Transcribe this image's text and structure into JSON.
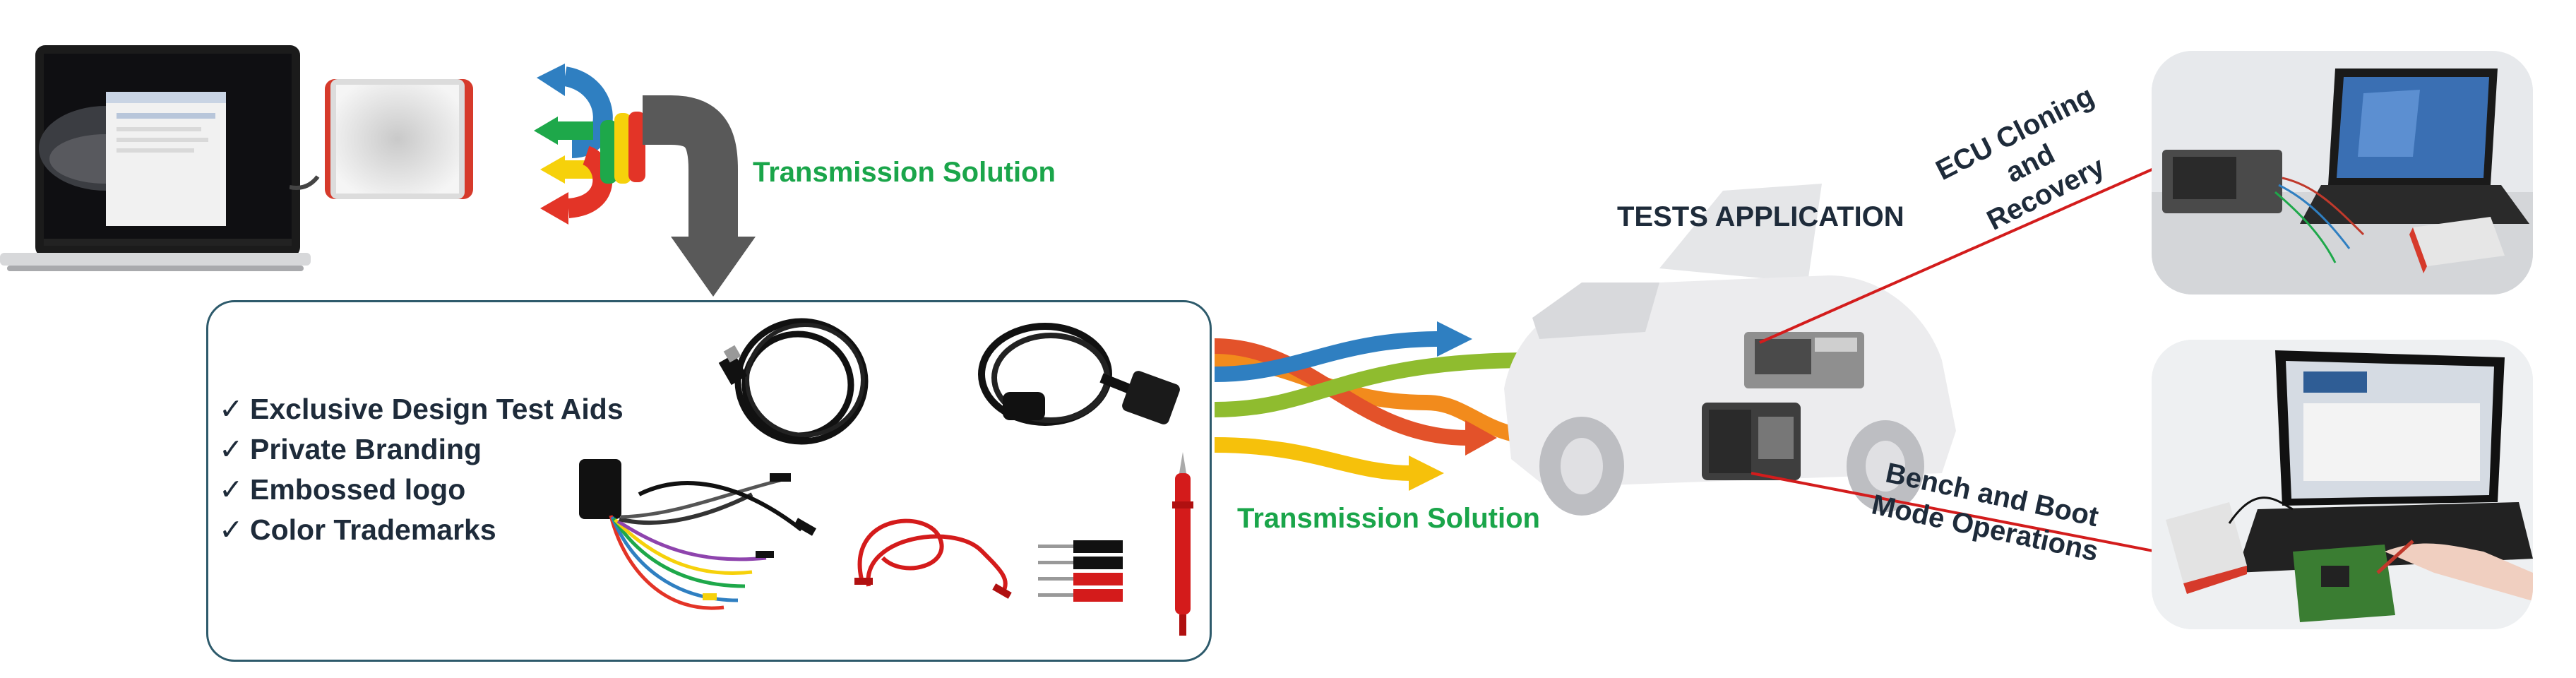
{
  "labels": {
    "transmission_top": "Transmission Solution",
    "transmission_mid": "Transmission Solution",
    "tests_application": "TESTS APPLICATION",
    "ecu_cloning_line1": "ECU Cloning and",
    "ecu_cloning_line2": "Recovery",
    "bench_boot_line1": "Bench and Boot",
    "bench_boot_line2": "Mode Operations"
  },
  "features": [
    "Exclusive Design Test Aids",
    "Private Branding",
    "Embossed logo",
    "Color Trademarks"
  ],
  "check_mark": "✓",
  "colors": {
    "green_text": "#1aa54a",
    "dark_text": "#1e2b3a",
    "panel_border": "#2d5a6b",
    "red_line": "#d31c1c",
    "arrow_blue": "#2f7fc1",
    "arrow_green": "#1ea84a",
    "arrow_yellow": "#f6d10b",
    "arrow_red": "#e33427",
    "arrow_orange": "#f28b1c",
    "arrow_lime": "#8fbc2f",
    "arrow_gray": "#595959"
  }
}
